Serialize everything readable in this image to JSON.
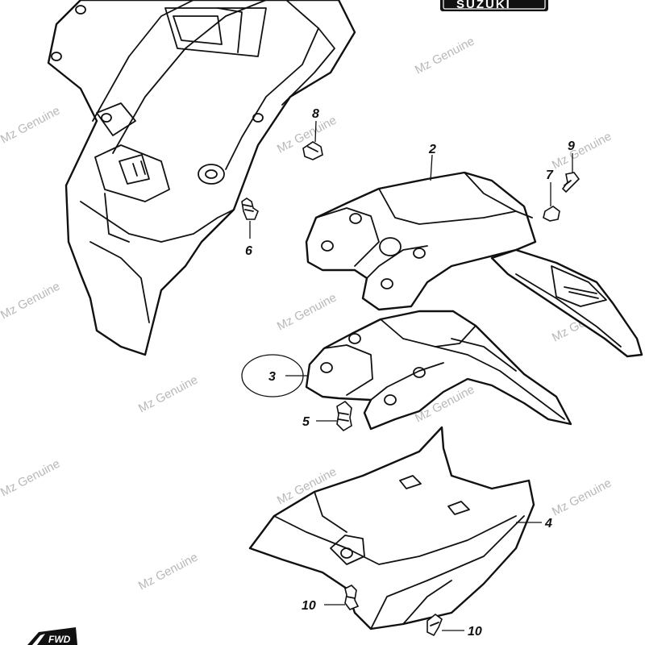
{
  "brand": {
    "logo_text": "SUZUKI"
  },
  "direction_tag": {
    "label": "FWD"
  },
  "watermark": {
    "text": "Mz Genuine"
  },
  "callouts": {
    "part_2": "2",
    "part_3": "3",
    "part_4": "4",
    "part_5": "5",
    "part_6": "6",
    "part_7": "7",
    "part_8": "8",
    "part_9": "9",
    "part_10_left": "10",
    "part_10_right": "10"
  },
  "highlight": {
    "circled_part": "3",
    "color": "#000000"
  }
}
